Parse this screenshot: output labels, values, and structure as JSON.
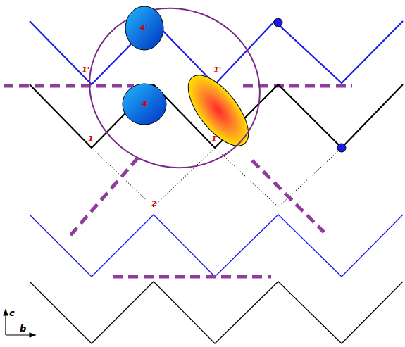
{
  "diagram": {
    "nodes": [
      {
        "text": [
          "4'"
        ]
      },
      {
        "text": [
          "4"
        ]
      }
    ],
    "labels": [
      "1'",
      "1'",
      "1",
      "1",
      "2",
      "c",
      "b"
    ]
  }
}
